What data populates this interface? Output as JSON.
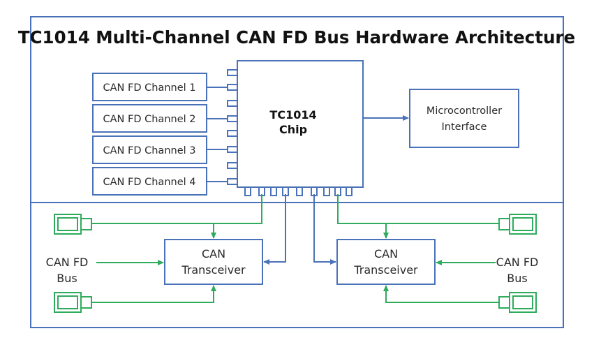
{
  "title": "TC1014 Multi-Channel CAN FD Bus Hardware Architecture",
  "chip": {
    "line1": "TC1014",
    "line2": "Chip"
  },
  "channels": [
    {
      "label": "CAN FD Channel 1"
    },
    {
      "label": "CAN FD Channel 2"
    },
    {
      "label": "CAN FD Channel 3"
    },
    {
      "label": "CAN FD Channel 4"
    }
  ],
  "microcontroller": {
    "line1": "Microcontroller",
    "line2": "Interface"
  },
  "transceivers": [
    {
      "line1": "CAN",
      "line2": "Transceiver"
    },
    {
      "line1": "CAN",
      "line2": "Transceiver"
    }
  ],
  "buses": [
    {
      "line1": "CAN FD",
      "line2": "Bus"
    },
    {
      "line1": "CAN FD",
      "line2": "Bus"
    }
  ],
  "connectors": [
    {
      "name": "connector-top-left"
    },
    {
      "name": "connector-bottom-left"
    },
    {
      "name": "connector-top-right"
    },
    {
      "name": "connector-bottom-right"
    }
  ],
  "colors": {
    "blue": "#4a72b8",
    "green": "#2eab5c"
  }
}
